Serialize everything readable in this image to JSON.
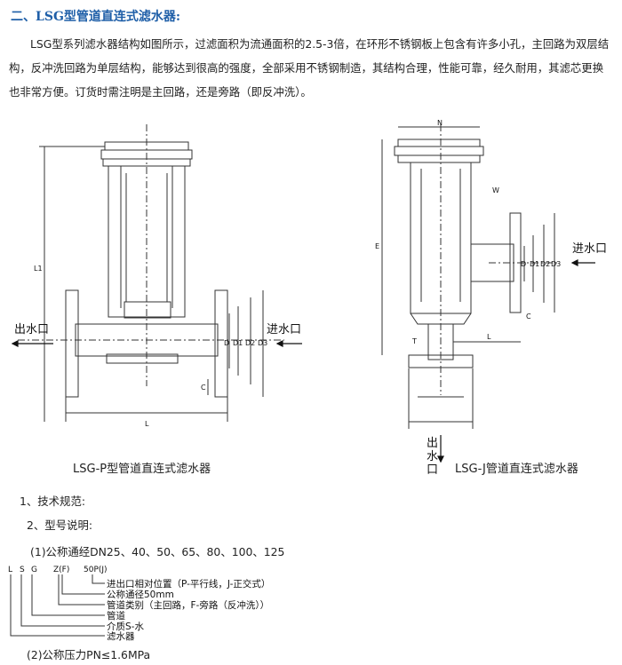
{
  "doc": {
    "section_heading": "二、LSG型管道直连式滤水器:",
    "intro": "LSG型系列滤水器结构如图所示，过滤面积为流通面积的2.5-3倍，在环形不锈钢板上包含有许多小孔，主回路为双层结构，反冲洗回路为单层结构，能够达到很高的强度，全部采用不锈钢制造，其结构合理，性能可靠，经久耐用，其滤芯更换也非常方便。订货时需注明是主回路，还是旁路（即反冲洗）。"
  },
  "figure_p": {
    "caption": "LSG-P型管道直连式滤水器",
    "outlet_label": "出水口",
    "inlet_label": "进水口",
    "dims": {
      "L1": "L1",
      "L": "L",
      "D": "D",
      "D1": "D1",
      "D2": "D2",
      "D3": "D3",
      "C": "C"
    }
  },
  "figure_j": {
    "caption": "LSG-J管道直连式滤水器",
    "outlet_label": "出水口",
    "inlet_label": "进水口",
    "dims": {
      "N": "N",
      "E": "E",
      "D": "D",
      "D1": "D1",
      "D2": "D2",
      "D3": "D3",
      "C": "C",
      "L": "L",
      "W": "W",
      "T": "T"
    }
  },
  "specs": {
    "item1": "1、技术规范:",
    "item2": "2、型号说明:",
    "item2_1": "(1)公称通经DN25、40、50、65、80、100、125",
    "item2_2": "(2)公称压力PN≤1.6MPa"
  },
  "model_code": {
    "letters": [
      "L",
      "S",
      "G"
    ],
    "z": "Z(F)",
    "p": "50P(J)",
    "descriptions": [
      "进出口相对位置（P-平行线，J-正交式）",
      "公称通径50mm",
      "管道类别（主回路，F-旁路（反冲洗））",
      "管道",
      "介质S-水",
      "滤水器"
    ]
  }
}
